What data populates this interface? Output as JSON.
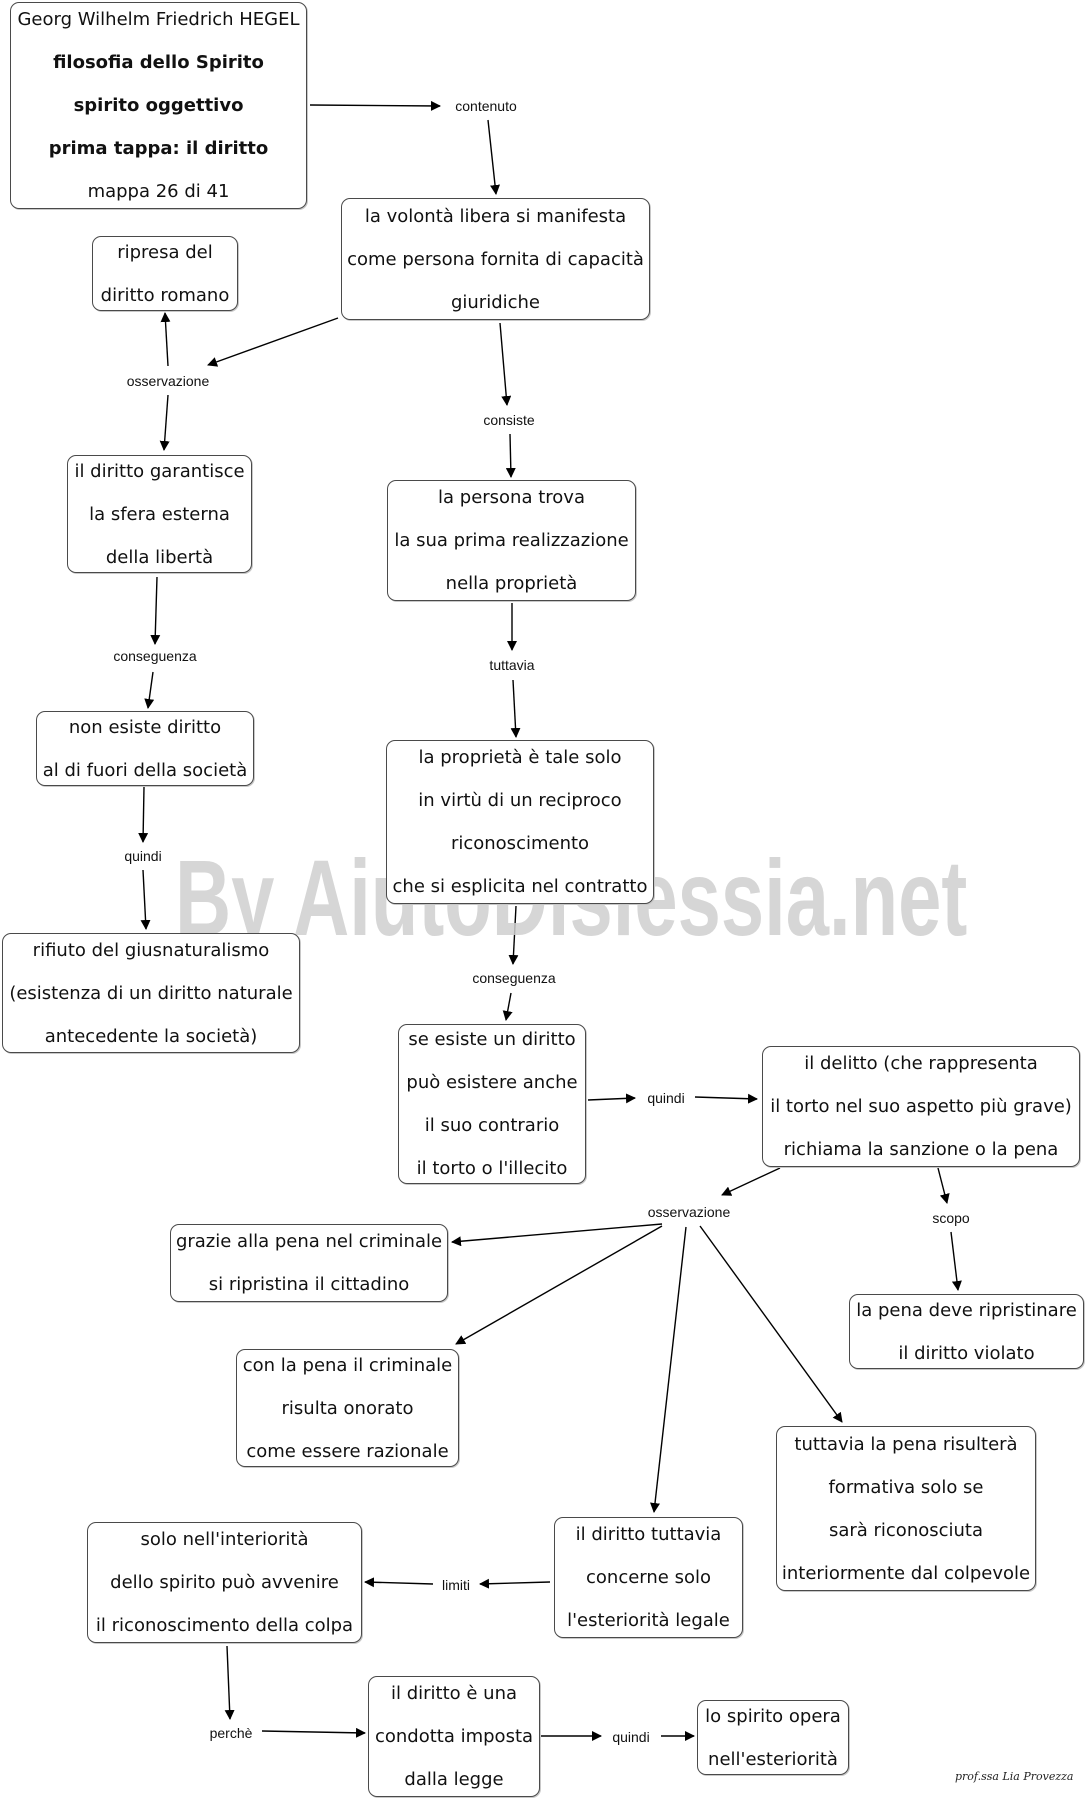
{
  "title_box": {
    "author": "Georg Wilhelm Friedrich HEGEL",
    "line1": "filosofia dello Spirito",
    "line2": "spirito oggettivo",
    "line3": "prima tappa: il diritto",
    "map_index": "mappa 26 di 41"
  },
  "nodes": {
    "volonta": [
      "la volontà libera  si manifesta",
      "come persona fornita di capacità",
      "giuridiche"
    ],
    "ripresa": [
      "ripresa del",
      "diritto romano"
    ],
    "garantisce": [
      "il diritto garantisce",
      "la sfera  esterna",
      "della libertà"
    ],
    "persona": [
      "la persona trova",
      "la sua prima realizzazione",
      "nella proprietà"
    ],
    "non_esiste": [
      "non esiste diritto",
      "al di fuori della società"
    ],
    "proprieta": [
      "la proprietà è tale solo",
      "in virtù di un reciproco",
      "riconoscimento",
      "che si esplicita nel contratto"
    ],
    "rifiuto": [
      "rifiuto del giusnaturalismo",
      "(esistenza di un diritto naturale",
      "antecedente la società)"
    ],
    "se_esiste": [
      "se esiste un diritto",
      "può esistere anche",
      "il suo contrario",
      "il torto o l'illecito"
    ],
    "delitto": [
      "il delitto (che rappresenta",
      "il torto nel suo aspetto più grave)",
      "richiama la sanzione o la pena"
    ],
    "grazie": [
      "grazie alla pena nel criminale",
      "si ripristina il cittadino"
    ],
    "ripristinare": [
      "la pena deve ripristinare",
      "il diritto violato"
    ],
    "onorato": [
      "con la pena il criminale",
      "risulta onorato",
      "come essere razionale"
    ],
    "formativa": [
      "tuttavia la pena risulterà",
      "formativa solo se",
      "sarà riconosciuta",
      "interiormente dal colpevole"
    ],
    "interiorita": [
      "solo nell'interiorità",
      "dello spirito può avvenire",
      "il riconoscimento della colpa"
    ],
    "esteriorita": [
      "il diritto tuttavia",
      "concerne solo",
      "l'esteriorità legale"
    ],
    "condotta": [
      "il diritto è una",
      "condotta imposta",
      "dalla legge"
    ],
    "spirito_opera": [
      "lo spirito opera",
      "nell'esteriorità"
    ]
  },
  "links": {
    "contenuto": "contenuto",
    "osservazione_1": "osservazione",
    "consiste": "consiste",
    "conseguenza_1": "conseguenza",
    "tuttavia": "tuttavia",
    "quindi_1": "quindi",
    "conseguenza_2": "conseguenza",
    "quindi_2": "quindi",
    "osservazione_2": "osservazione",
    "scopo": "scopo",
    "limiti": "limiti",
    "perche": "perchè",
    "quindi_3": "quindi"
  },
  "watermark": "By AiutoDislessia.net",
  "signature": "prof.ssa Lia Provezza"
}
